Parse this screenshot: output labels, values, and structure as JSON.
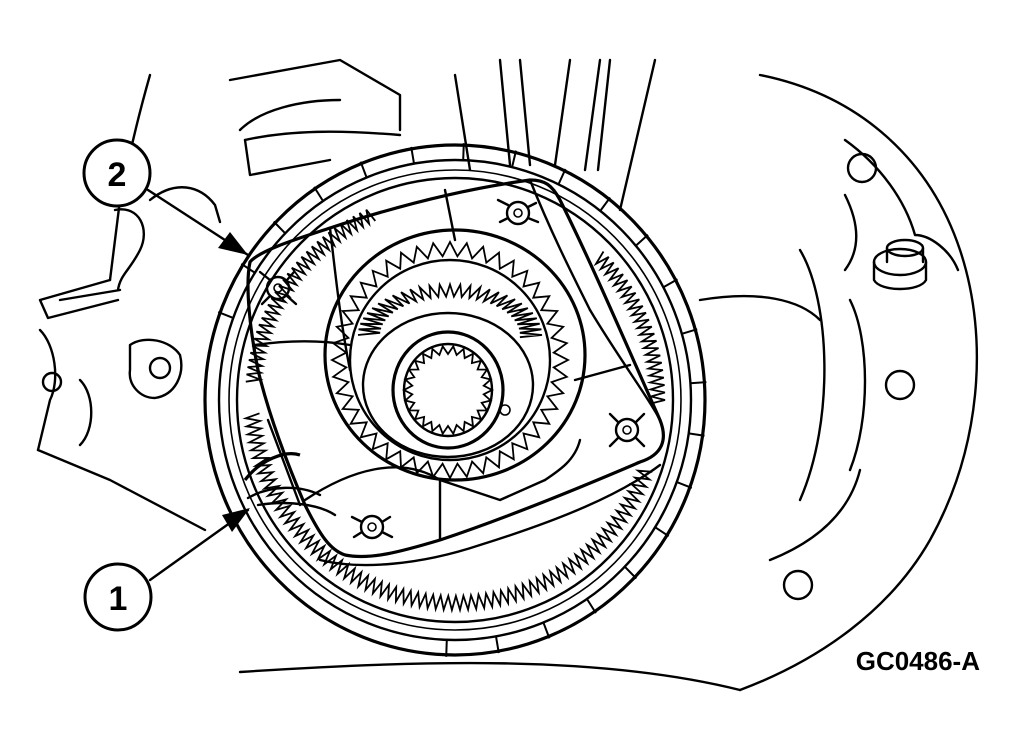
{
  "callouts": [
    {
      "id": "1",
      "label": "1"
    },
    {
      "id": "2",
      "label": "2"
    }
  ],
  "reference_code": "GC0486-A",
  "colors": {
    "line": "#000000",
    "background": "#ffffff"
  }
}
